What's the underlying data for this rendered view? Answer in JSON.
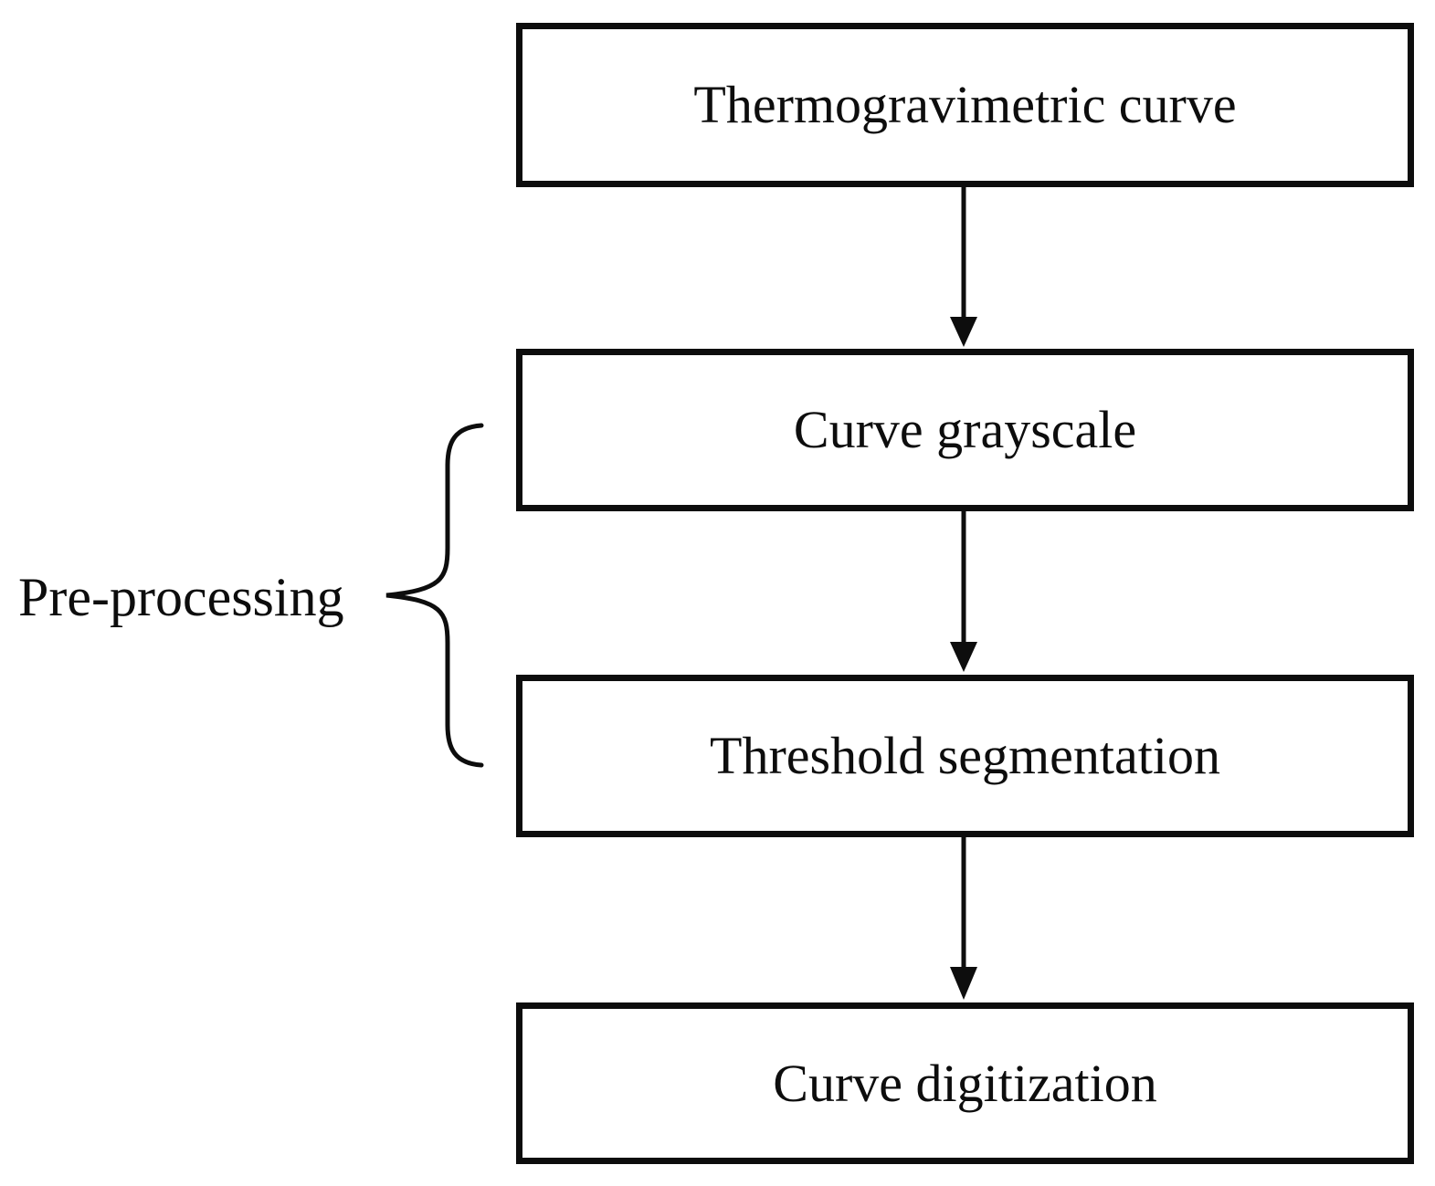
{
  "figure": {
    "type": "flowchart",
    "colors": {
      "background": "#ffffff",
      "line": "#0d0d0d",
      "box_fill": "#ffffff"
    },
    "nodes": [
      {
        "id": "thermogravimetric-curve",
        "label": "Thermogravimetric curve"
      },
      {
        "id": "curve-grayscale",
        "label": "Curve grayscale"
      },
      {
        "id": "threshold-segmentation",
        "label": "Threshold segmentation"
      },
      {
        "id": "curve-digitization",
        "label": "Curve digitization"
      }
    ],
    "edges": [
      {
        "from": "Thermogravimetric curve",
        "to": "Curve grayscale"
      },
      {
        "from": "Curve grayscale",
        "to": "Threshold segmentation"
      },
      {
        "from": "Threshold segmentation",
        "to": "Curve digitization"
      }
    ],
    "annotation": {
      "label": "Pre-processing",
      "applies_to": [
        "Curve grayscale",
        "Threshold segmentation"
      ]
    }
  }
}
